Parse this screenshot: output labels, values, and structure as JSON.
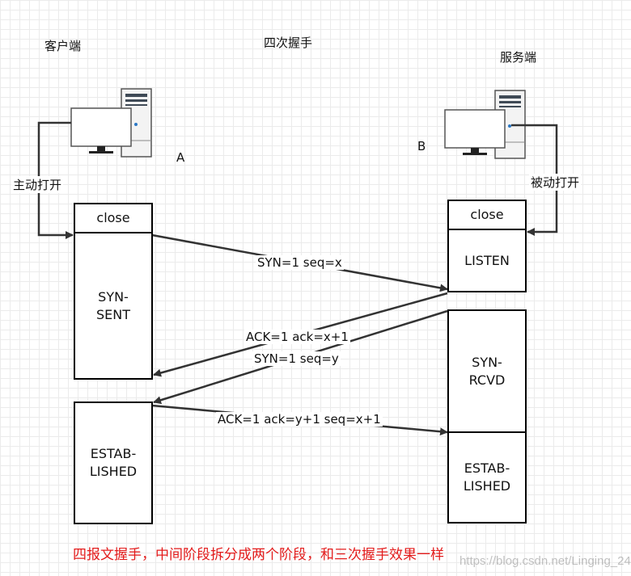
{
  "title": "四次握手",
  "client": {
    "label": "客户端",
    "letter": "A",
    "action": "主动打开"
  },
  "server": {
    "label": "服务端",
    "letter": "B",
    "action": "被动打开"
  },
  "client_states": {
    "close": "close",
    "syn_sent": "SYN-\nSENT",
    "established": "ESTAB-\nLISHED"
  },
  "server_states": {
    "close": "close",
    "listen": "LISTEN",
    "syn_rcvd": "SYN-\nRCVD",
    "established": "ESTAB-\nLISHED"
  },
  "messages": {
    "m1": "SYN=1 seq=x",
    "m2": "ACK=1 ack=x+1",
    "m3": "SYN=1 seq=y",
    "m4": "ACK=1 ack=y+1 seq=x+1"
  },
  "note": "四报文握手，中间阶段拆分成两个阶段，和三次握手效果一样",
  "watermark": "https://blog.csdn.net/Linging_24",
  "colors": {
    "note": "#e31b1b",
    "line": "#333333"
  }
}
